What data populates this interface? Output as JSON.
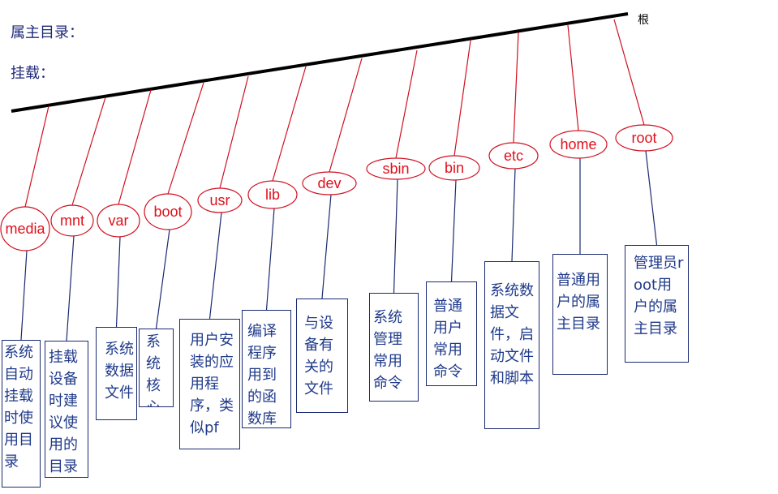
{
  "labels": {
    "owner_dir": "属主目录：",
    "mount": "挂载：",
    "root": "根"
  },
  "colors": {
    "trunk": "#000000",
    "branch": "#d01020",
    "node_text": "#e0101b",
    "box_border": "#1a2a70",
    "box_text": "#1f3a8a"
  },
  "directories": [
    {
      "name": "media",
      "desc": "系统自动挂载时使用目录"
    },
    {
      "name": "mnt",
      "desc": "挂载设备时建议使用的目录"
    },
    {
      "name": "var",
      "desc": "系统数据文件"
    },
    {
      "name": "boot",
      "desc": "系统核心文件"
    },
    {
      "name": "usr",
      "desc": "用户安装的应用程序，类似pf"
    },
    {
      "name": "lib",
      "desc": "编译程序用到的函数库"
    },
    {
      "name": "dev",
      "desc": "与设备有关的文件"
    },
    {
      "name": "sbin",
      "desc": "系统管理常用命令"
    },
    {
      "name": "bin",
      "desc": "普通用户常用命令"
    },
    {
      "name": "etc",
      "desc": "系统数据文件，启动文件和脚本"
    },
    {
      "name": "home",
      "desc": "普通用户的属主目录"
    },
    {
      "name": "root",
      "desc": "管理员root用户的属主目录"
    }
  ]
}
